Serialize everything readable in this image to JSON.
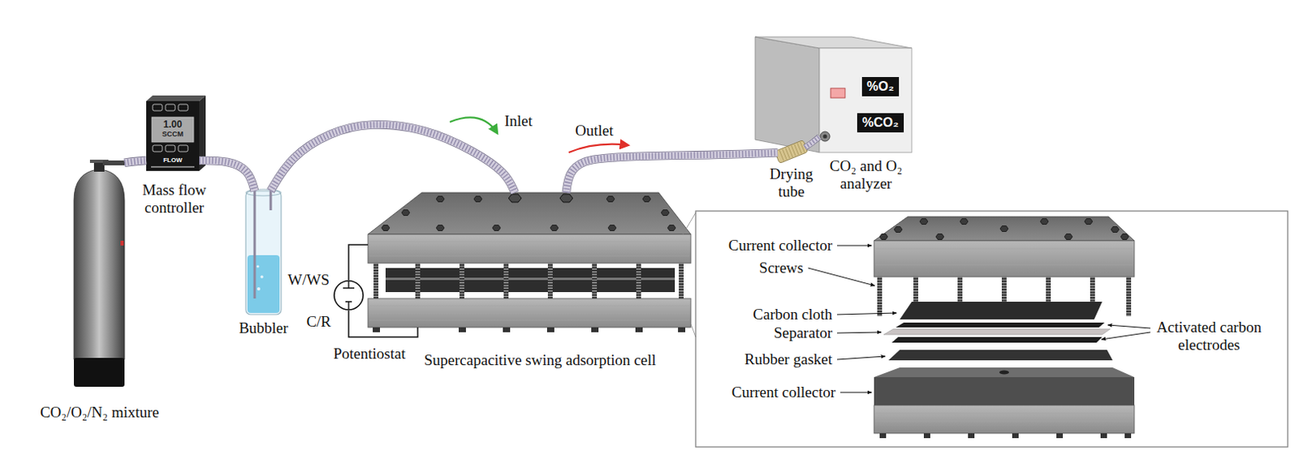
{
  "diagram": {
    "nodes": [
      {
        "text": [
          "CO₂/O₂/N₂ mixture"
        ]
      },
      {
        "text": [
          "1.00",
          "SCCM",
          "FLOW",
          "Mass flow controller"
        ]
      },
      {
        "text": [
          "Bubbler"
        ]
      },
      {
        "text": [
          "W/WS",
          "C/R",
          "Potentiostat"
        ]
      },
      {
        "text": [
          "Supercapacitive swing adsorption cell"
        ]
      },
      {
        "text": [
          "Drying tube"
        ]
      },
      {
        "text": [
          "%O₂",
          "%CO₂",
          "CO₂ and O₂ analyzer"
        ]
      }
    ],
    "edges": [
      {
        "from": 0,
        "to": 1,
        "arrow": "none"
      },
      {
        "from": 1,
        "to": 2,
        "arrow": "none"
      },
      {
        "from": 2,
        "to": 4,
        "label": "Inlet",
        "arrow": "none"
      },
      {
        "from": 3,
        "to": 4,
        "arrow": "none"
      },
      {
        "from": 3,
        "to": 4,
        "arrow": "none"
      },
      {
        "from": 4,
        "to": 5,
        "label": "Outlet",
        "arrow": "none"
      },
      {
        "from": 5,
        "to": 6,
        "arrow": "none"
      }
    ],
    "labels": [
      "Current collector",
      "Screws",
      "Carbon cloth",
      "Separator",
      "Activated carbon electrodes",
      "Rubber gasket",
      "Current collector"
    ]
  }
}
